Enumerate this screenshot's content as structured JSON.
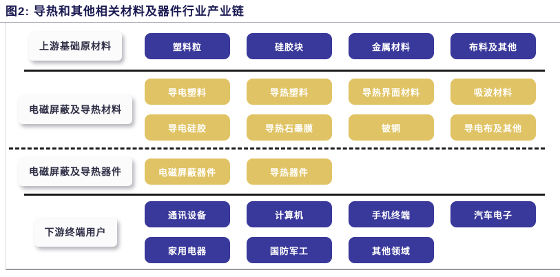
{
  "title": "图2: 导热和其他相关材料及器件行业产业链",
  "colors": {
    "blue": "#39389b",
    "gold": "#e0c364",
    "title_text": "#1a1a52",
    "label_text": "#2e2e45",
    "line_dark": "#1a1a1a",
    "line_gray": "#b0b0b8"
  },
  "rows": [
    {
      "label": "上游基础原材料",
      "lines": [
        {
          "style": "blue",
          "items": [
            "塑料粒",
            "硅胶块",
            "金属材料",
            "布料及其他"
          ]
        }
      ]
    },
    {
      "label": "电磁屏蔽及导热材料",
      "lines": [
        {
          "style": "gold",
          "items": [
            "导电塑料",
            "导热塑料",
            "导热界面材料",
            "吸波材料"
          ]
        },
        {
          "style": "gold",
          "items": [
            "导电硅胶",
            "导热石墨膜",
            "铍铜",
            "导电布及其他"
          ]
        }
      ]
    },
    {
      "label": "电磁屏蔽及导热器件",
      "lines": [
        {
          "style": "gold",
          "items": [
            "电磁屏蔽器件",
            "导热器件"
          ]
        }
      ]
    },
    {
      "label": "下游终端用户",
      "lines": [
        {
          "style": "blue",
          "items": [
            "通讯设备",
            "计算机",
            "手机终端",
            "汽车电子"
          ]
        },
        {
          "style": "blue",
          "items": [
            "家用电器",
            "国防军工",
            "其他领域"
          ]
        }
      ]
    }
  ]
}
